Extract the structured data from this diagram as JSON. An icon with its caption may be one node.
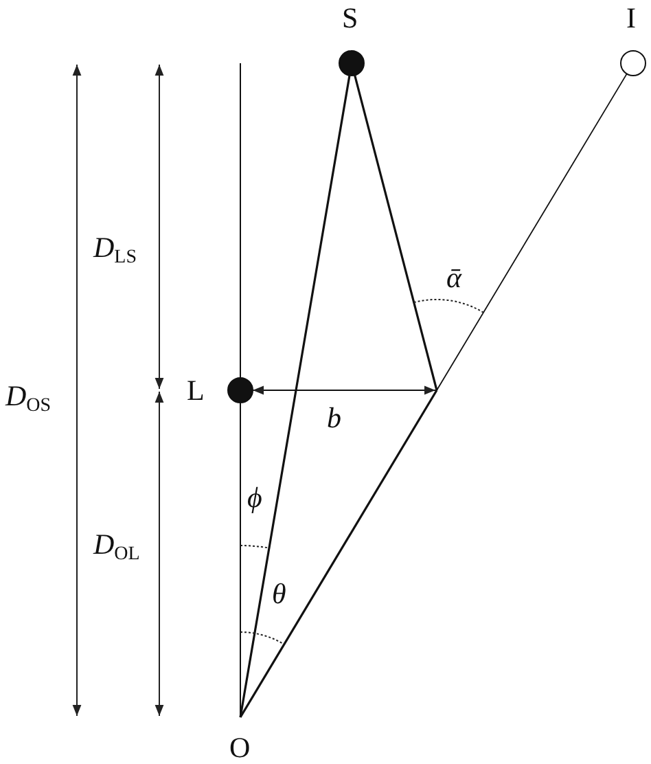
{
  "diagram": {
    "nodes": [
      {
        "text": [
          "S"
        ]
      },
      {
        "text": [
          "I"
        ]
      },
      {
        "text": [
          "L"
        ]
      },
      {
        "text": [
          "O"
        ]
      }
    ],
    "edges": [
      {
        "from": 3,
        "to": 0,
        "arrow": "none"
      },
      {
        "from": 3,
        "to": null,
        "arrow": "none"
      },
      {
        "from": 0,
        "to": null,
        "arrow": "none"
      },
      {
        "from": null,
        "to": 1,
        "arrow": "none"
      },
      {
        "from": 3,
        "to": 2,
        "arrow": "none"
      },
      {
        "from": 2,
        "to": null,
        "arrow": "none"
      },
      {
        "from": 2,
        "to": null,
        "arrow": "both",
        "label": "b"
      }
    ],
    "labels": [
      "D$_{LS}$",
      "ᾱ",
      "D$_{OS}$",
      "ϕ",
      "D$_{OL}$",
      "θ"
    ]
  }
}
